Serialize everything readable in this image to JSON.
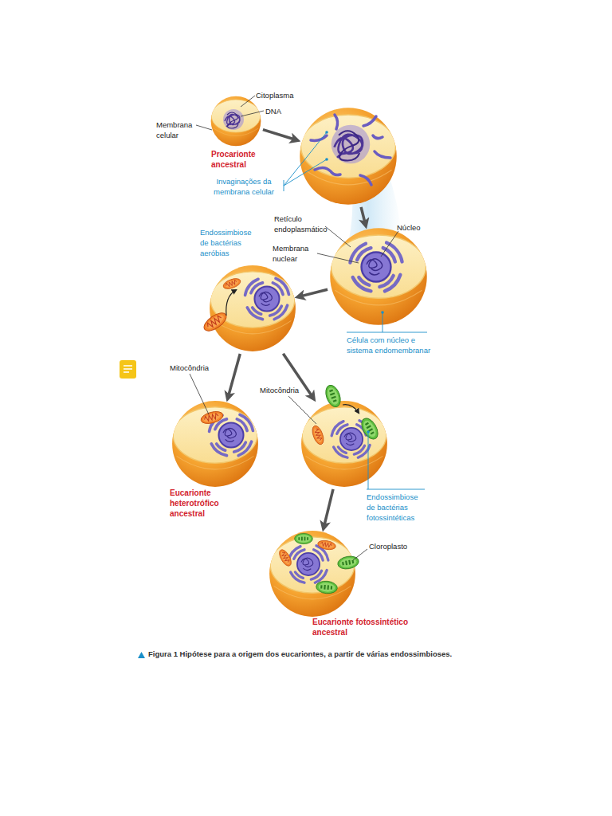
{
  "diagram": {
    "caption": "Figura 1 Hipótese para a origem dos eucariontes, a partir de várias endossimbioses.",
    "nodes": [
      {
        "text": [
          "Procarionte ancestral"
        ]
      },
      {
        "text": [
          "Invaginações da membrana celular"
        ]
      },
      {
        "text": [
          "Célula com núcleo e sistema endomembranar"
        ]
      },
      {
        "text": [
          "Endossimbiose de bactérias aeróbias"
        ]
      },
      {
        "text": [
          "Eucarionte heterotrófico ancestral"
        ]
      },
      {
        "text": [
          "Endossimbiose de bactérias fotossintéticas"
        ]
      },
      {
        "text": [
          "Eucarionte fotossintético ancestral"
        ]
      }
    ],
    "edges": [
      {
        "from": 0,
        "to": 1,
        "arrow": "to"
      },
      {
        "from": 1,
        "to": 2,
        "arrow": "to"
      },
      {
        "from": 2,
        "to": 3,
        "arrow": "to"
      },
      {
        "from": 3,
        "to": 4,
        "arrow": "to"
      },
      {
        "from": 3,
        "to": 5,
        "arrow": "to"
      },
      {
        "from": 5,
        "to": 6,
        "arrow": "to"
      }
    ],
    "labels": [
      "Citoplasma",
      "DNA",
      "Membrana celular",
      "Retículo endoplasmático",
      "Núcleo",
      "Membrana nuclear",
      "Mitocôndria",
      "Mitocôndria",
      "Cloroplasto"
    ]
  }
}
